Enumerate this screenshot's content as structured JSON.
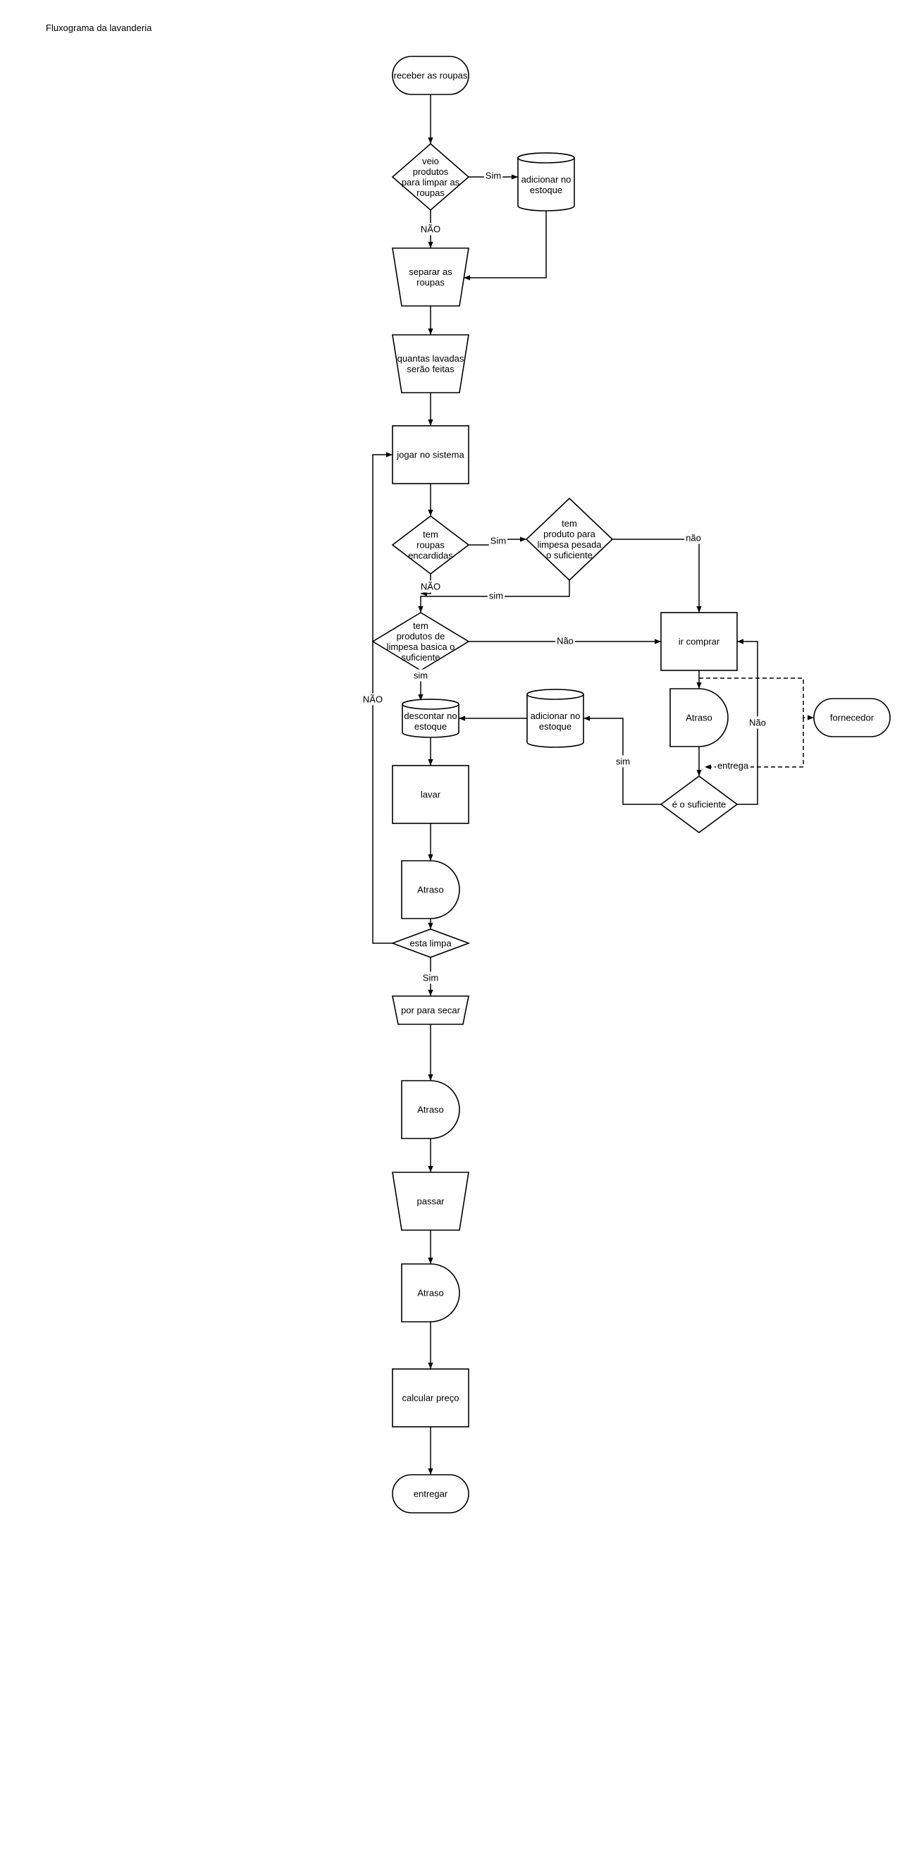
{
  "title": "Fluxograma da lavanderia",
  "nodes": [
    {
      "id": "n1",
      "kind": "terminal",
      "lines": [
        "receber as roupas"
      ]
    },
    {
      "id": "n2",
      "kind": "decision",
      "lines": [
        "veio",
        "produtos",
        "para  limpar as",
        "roupas"
      ]
    },
    {
      "id": "n3",
      "kind": "database",
      "lines": [
        "adicionar no",
        "estoque"
      ]
    },
    {
      "id": "n4",
      "kind": "manual-op",
      "lines": [
        "separar as",
        "roupas"
      ]
    },
    {
      "id": "n5",
      "kind": "manual-op",
      "lines": [
        "quantas lavadas",
        "serão feitas"
      ]
    },
    {
      "id": "n6",
      "kind": "process",
      "lines": [
        "jogar no sistema"
      ]
    },
    {
      "id": "n7",
      "kind": "decision",
      "lines": [
        "tem",
        "roupas",
        "encardidas"
      ]
    },
    {
      "id": "n8",
      "kind": "decision",
      "lines": [
        "tem",
        "produto para",
        "limpesa pesada",
        "o suficiente"
      ]
    },
    {
      "id": "n9",
      "kind": "decision",
      "lines": [
        "tem",
        "produtos de",
        "limpesa basica o",
        "suficiente"
      ]
    },
    {
      "id": "n10",
      "kind": "process",
      "lines": [
        "ir comprar"
      ]
    },
    {
      "id": "n11",
      "kind": "delay",
      "lines": [
        "Atraso"
      ]
    },
    {
      "id": "n12",
      "kind": "terminal",
      "lines": [
        "fornecedor"
      ]
    },
    {
      "id": "n13",
      "kind": "decision",
      "lines": [
        "é o suficiente"
      ]
    },
    {
      "id": "n14",
      "kind": "database",
      "lines": [
        "adicionar no",
        "estoque"
      ]
    },
    {
      "id": "n15",
      "kind": "database",
      "lines": [
        "descontar no",
        "estoque"
      ]
    },
    {
      "id": "n16",
      "kind": "process",
      "lines": [
        "lavar"
      ]
    },
    {
      "id": "n17",
      "kind": "delay",
      "lines": [
        "Atraso"
      ]
    },
    {
      "id": "n18",
      "kind": "decision",
      "lines": [
        "esta limpa"
      ]
    },
    {
      "id": "n19",
      "kind": "manual-op",
      "lines": [
        "por para secar"
      ]
    },
    {
      "id": "n20",
      "kind": "delay",
      "lines": [
        "Atraso"
      ]
    },
    {
      "id": "n21",
      "kind": "manual-op",
      "lines": [
        "passar"
      ]
    },
    {
      "id": "n22",
      "kind": "delay",
      "lines": [
        "Atraso"
      ]
    },
    {
      "id": "n23",
      "kind": "process",
      "lines": [
        "calcular  preço"
      ]
    },
    {
      "id": "n24",
      "kind": "terminal",
      "lines": [
        "entregar"
      ]
    }
  ],
  "edges": [
    {
      "id": "e1",
      "from": "n1",
      "to": "n2",
      "label": ""
    },
    {
      "id": "e2",
      "from": "n2",
      "to": "n3",
      "label": "Sim"
    },
    {
      "id": "e3",
      "from": "n2",
      "to": "n4",
      "label": "NÃO"
    },
    {
      "id": "e4",
      "from": "n3",
      "to": "n4",
      "label": ""
    },
    {
      "id": "e5",
      "from": "n4",
      "to": "n5",
      "label": ""
    },
    {
      "id": "e6",
      "from": "n5",
      "to": "n6",
      "label": ""
    },
    {
      "id": "e7",
      "from": "n6",
      "to": "n7",
      "label": ""
    },
    {
      "id": "e8",
      "from": "n7",
      "to": "n8",
      "label": "Sim"
    },
    {
      "id": "e9",
      "from": "n8",
      "to": "n10",
      "label": "não"
    },
    {
      "id": "e10",
      "from": "n8",
      "to": "n9",
      "label": "sim"
    },
    {
      "id": "e11",
      "from": "n7",
      "to": "n9",
      "label": "NÃO"
    },
    {
      "id": "e12",
      "from": "n9",
      "to": "n10",
      "label": "Não"
    },
    {
      "id": "e13",
      "from": "n9",
      "to": "n15",
      "label": "sim"
    },
    {
      "id": "e14",
      "from": "n10",
      "to": "n11",
      "label": ""
    },
    {
      "id": "e15",
      "from": "n10",
      "to": "n12",
      "label": "",
      "style": "dashed"
    },
    {
      "id": "e16",
      "from": "n12",
      "to": "n13",
      "label": "entrega",
      "style": "dashed"
    },
    {
      "id": "e17",
      "from": "n11",
      "to": "n13",
      "label": ""
    },
    {
      "id": "e18",
      "from": "n13",
      "to": "n10",
      "label": "Não"
    },
    {
      "id": "e19",
      "from": "n13",
      "to": "n14",
      "label": "sim"
    },
    {
      "id": "e20",
      "from": "n14",
      "to": "n15",
      "label": ""
    },
    {
      "id": "e21",
      "from": "n15",
      "to": "n16",
      "label": ""
    },
    {
      "id": "e22",
      "from": "n16",
      "to": "n17",
      "label": ""
    },
    {
      "id": "e23",
      "from": "n17",
      "to": "n18",
      "label": ""
    },
    {
      "id": "e24",
      "from": "n18",
      "to": "n6",
      "label": "NÃO"
    },
    {
      "id": "e25",
      "from": "n18",
      "to": "n19",
      "label": "Sim"
    },
    {
      "id": "e26",
      "from": "n19",
      "to": "n20",
      "label": ""
    },
    {
      "id": "e27",
      "from": "n20",
      "to": "n21",
      "label": ""
    },
    {
      "id": "e28",
      "from": "n21",
      "to": "n22",
      "label": ""
    },
    {
      "id": "e29",
      "from": "n22",
      "to": "n23",
      "label": ""
    },
    {
      "id": "e30",
      "from": "n23",
      "to": "n24",
      "label": ""
    }
  ]
}
